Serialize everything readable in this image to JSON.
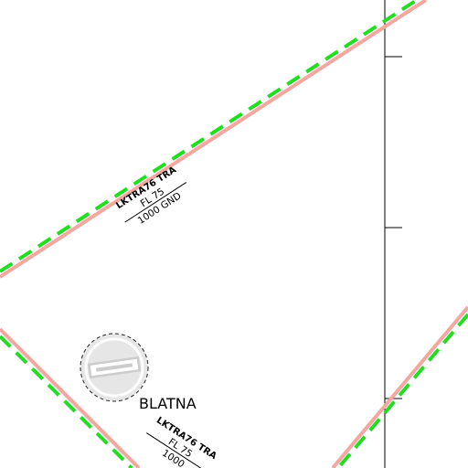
{
  "colors": {
    "background": "#ffffff",
    "airspace_border_fill": "#f4a6a0",
    "airspace_border_dash": "#22dd22",
    "meridian": "#000000",
    "airfield_fill": "#e6e6e6",
    "airfield_ring": "#222222",
    "runway": "#cccccc"
  },
  "airspaces": [
    {
      "name": "LKTRA76 TRA",
      "upper_limit": "FL 75",
      "lower_limit": "1000 GND"
    },
    {
      "name": "LKTRA76 TRA",
      "upper_limit": "FL 75",
      "lower_limit": "1000"
    }
  ],
  "places": [
    {
      "name": "BLATNA",
      "icon": "airfield-icon"
    }
  ],
  "grid": {
    "line": "meridian",
    "tick_marks": 3
  }
}
